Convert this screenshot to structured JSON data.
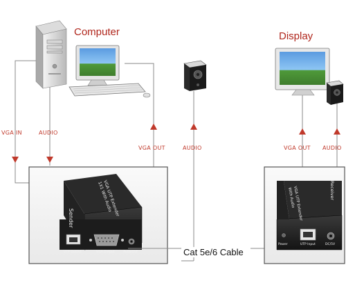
{
  "diagram": {
    "computer_label": "Computer",
    "display_label": "Display",
    "cable_label": "Cat 5e/6 Cable",
    "signals": {
      "vga_in": "VGA IN",
      "audio_in": "AUDIO",
      "vga_out_left": "VGA OUT",
      "audio_out_left": "AUDIO",
      "vga_out_right": "VGA OUT",
      "audio_out_right": "AUDIO"
    },
    "sender": {
      "name": "Sender",
      "title_line1": "VGA UTP Extender",
      "title_line2": "1X1 With Audio",
      "port_utp": "UTP Output",
      "port_vga": "VGA Output",
      "port_audio": "AudioOut"
    },
    "receiver": {
      "name": "Receiver",
      "title_line1": "VGA UTP Extender",
      "title_line2": "With Audio",
      "port_power": "Power",
      "port_utp": "UTP Input",
      "port_dc": "DC/5V"
    },
    "colors": {
      "arrow": "#c0392b",
      "label_red": "#b0261c",
      "device_body": "#1d1d1d",
      "panel_border": "#555555"
    }
  }
}
